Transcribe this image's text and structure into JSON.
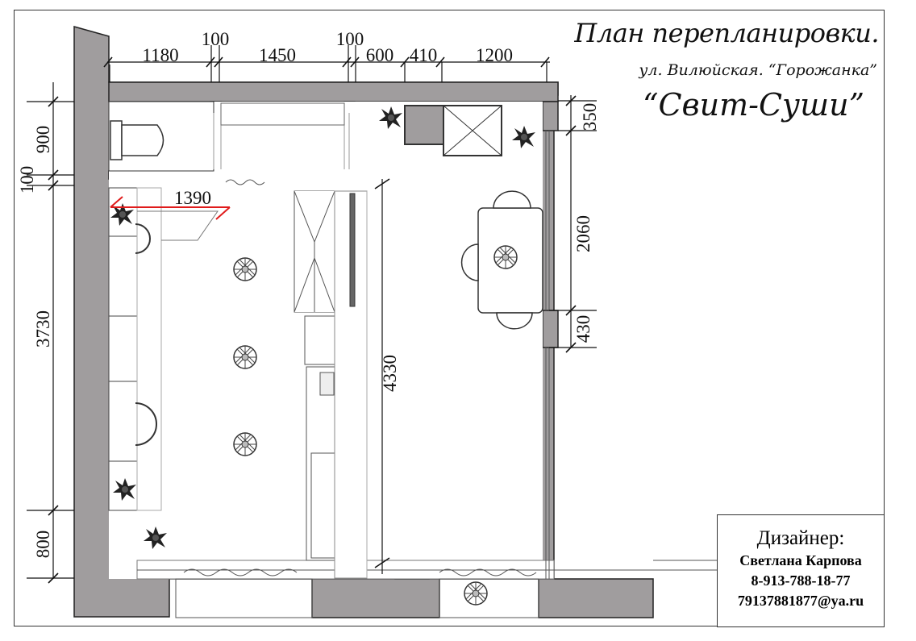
{
  "title": {
    "plan_title": "План перепланировки.",
    "address": "ул. Вилюйская. “Горожанка”",
    "name": "“Свит-Суши”"
  },
  "designer": {
    "heading": "Дизайнер:",
    "name": "Светлана Карпова",
    "phone": "8-913-788-18-77",
    "email": "79137881877@ya.ru"
  },
  "dimensions": {
    "top": [
      "1180",
      "100",
      "1450",
      "100",
      "600",
      "410",
      "1200"
    ],
    "left": [
      "900",
      "100",
      "3730",
      "800"
    ],
    "right": [
      "350",
      "2060",
      "430"
    ],
    "interior_width": "1390",
    "interior_length": "4330"
  },
  "colors": {
    "wall": "#a09d9e",
    "wall_stroke": "#222222",
    "accent_red": "#e01b1b"
  }
}
